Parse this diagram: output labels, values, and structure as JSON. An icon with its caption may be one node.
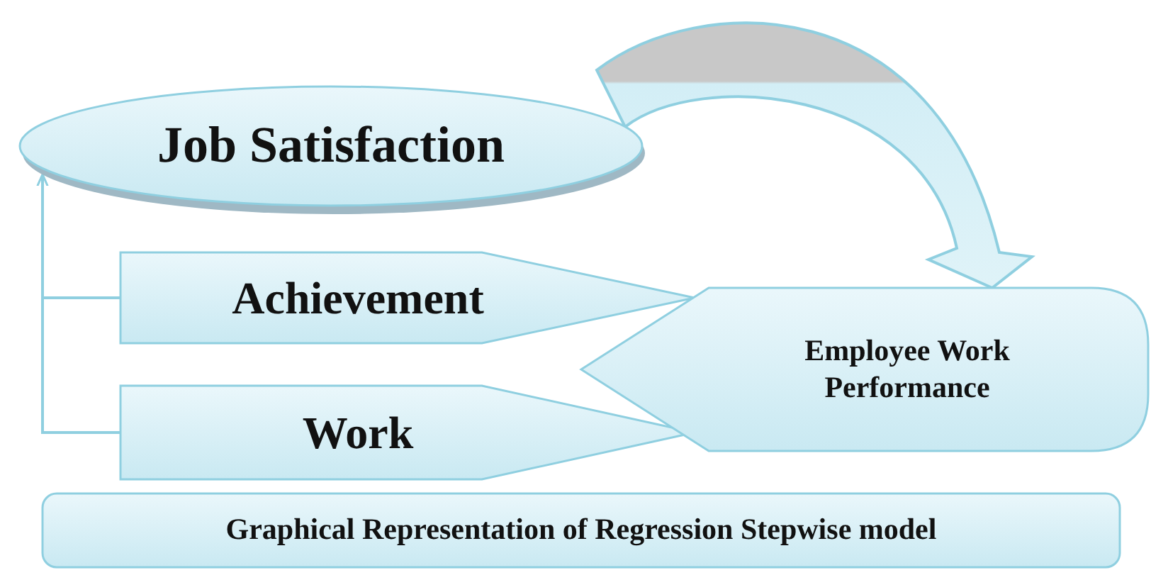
{
  "diagram": {
    "nodes": [
      {
        "text": [
          "Job Satisfaction"
        ]
      },
      {
        "text": [
          "Achievement"
        ]
      },
      {
        "text": [
          "Work"
        ]
      },
      {
        "text": [
          "Employee Work Performance"
        ]
      },
      {
        "text": [
          "Graphical Representation of Regression Stepwise model"
        ]
      }
    ],
    "edges": [
      {
        "from": 1,
        "to": 0,
        "arrow": "to"
      },
      {
        "from": 2,
        "to": 0,
        "arrow": "to"
      },
      {
        "from": 0,
        "to": 3,
        "arrow": "to",
        "style": "thick"
      }
    ]
  }
}
